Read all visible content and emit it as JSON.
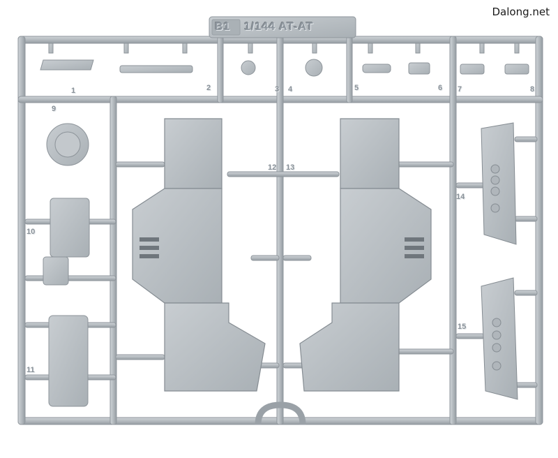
{
  "watermark": "Dalong.net",
  "sprue": {
    "code": "B1",
    "title": "1/144 AT-AT",
    "part_numbers": [
      "1",
      "2",
      "3",
      "4",
      "5",
      "6",
      "7",
      "8",
      "9",
      "10",
      "11",
      "12",
      "13",
      "14",
      "15"
    ]
  },
  "colors": {
    "background": "#ffffff",
    "plastic": "#b3b9be",
    "plastic_shadow": "#8f969c",
    "plastic_light": "#d2d7db"
  }
}
